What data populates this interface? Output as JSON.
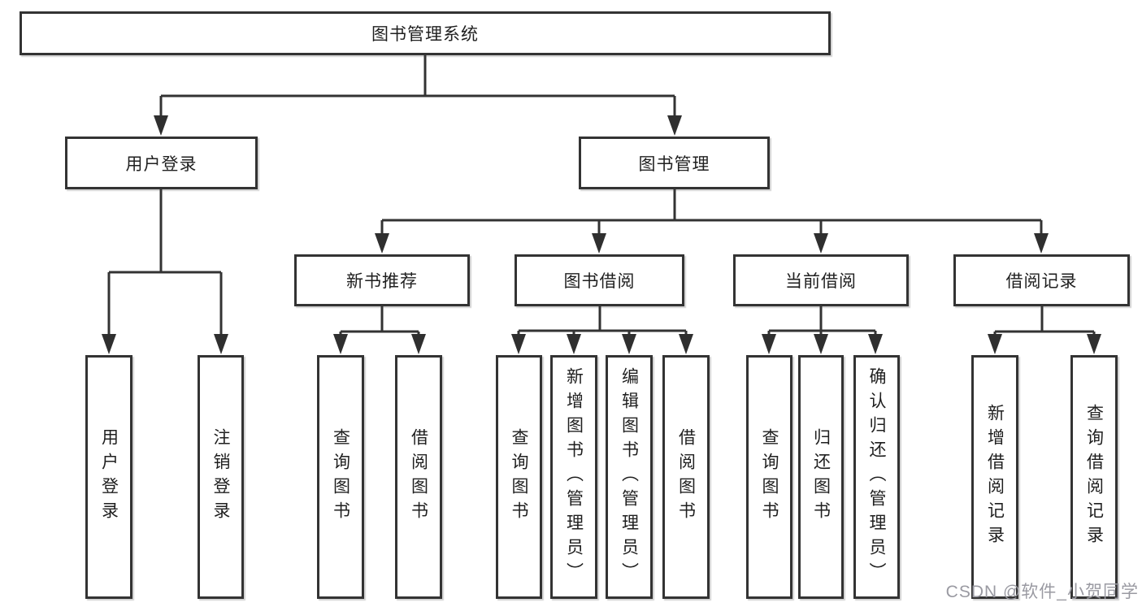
{
  "tree": {
    "label": "图书管理系统",
    "children": [
      {
        "label": "用户登录",
        "children": [
          {
            "label": "用户登录"
          },
          {
            "label": "注销登录"
          }
        ]
      },
      {
        "label": "图书管理",
        "children": [
          {
            "label": "新书推荐",
            "children": [
              {
                "label": "查询图书"
              },
              {
                "label": "借阅图书"
              }
            ]
          },
          {
            "label": "图书借阅",
            "children": [
              {
                "label": "查询图书"
              },
              {
                "label": "新增图书（管理员）"
              },
              {
                "label": "编辑图书（管理员）"
              },
              {
                "label": "借阅图书"
              }
            ]
          },
          {
            "label": "当前借阅",
            "children": [
              {
                "label": "查询图书"
              },
              {
                "label": "归还图书"
              },
              {
                "label": "确认归还（管理员）"
              }
            ]
          },
          {
            "label": "借阅记录",
            "children": [
              {
                "label": "新增借阅记录"
              },
              {
                "label": "查询借阅记录"
              }
            ]
          }
        ]
      }
    ]
  },
  "watermark": "CSDN @软件_小贺同学",
  "colors": {
    "line": "#333333",
    "box_border": "#333333",
    "text": "#1f1f1f",
    "watermark": "#9a9aa2",
    "background": "#ffffff"
  }
}
